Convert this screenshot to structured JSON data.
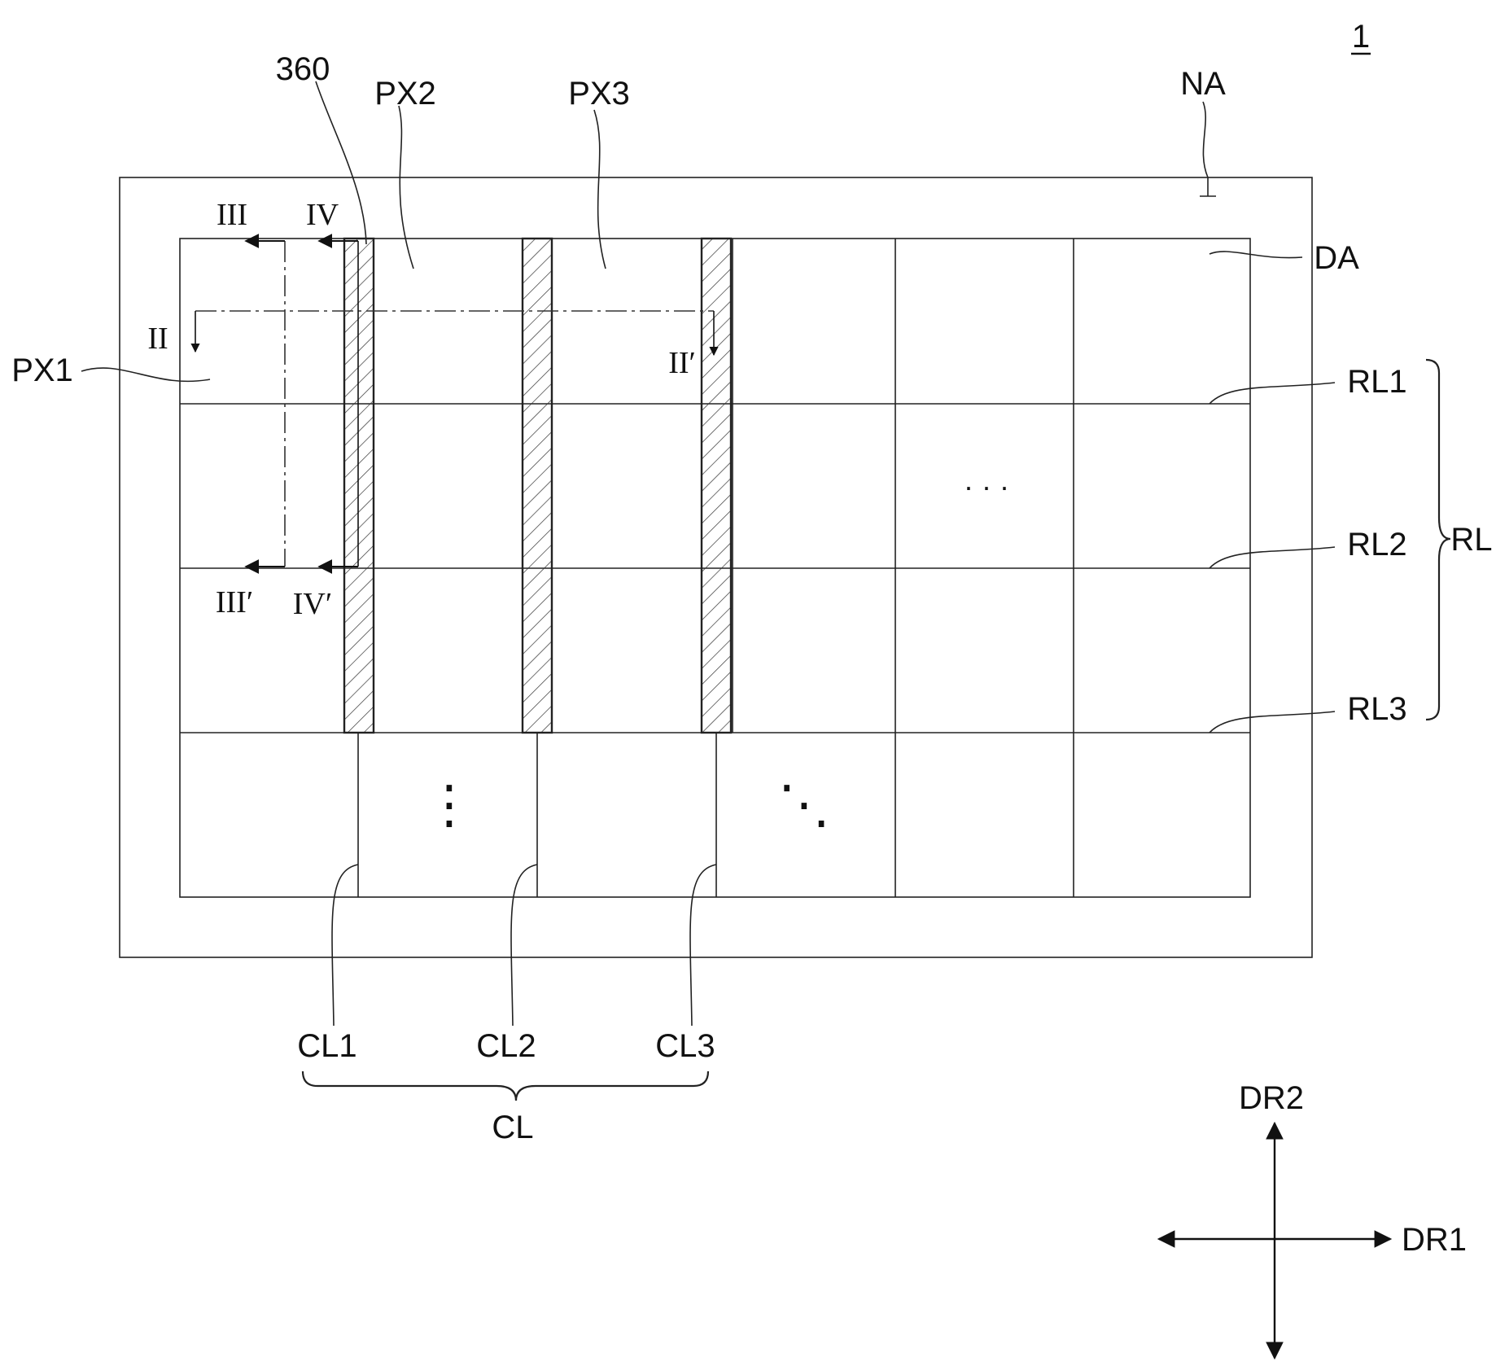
{
  "figure_number": "1",
  "regions": {
    "non_display_area": "NA",
    "display_area": "DA"
  },
  "pixels": {
    "px1": "PX1",
    "px2": "PX2",
    "px3": "PX3"
  },
  "pattern_label": "360",
  "row_lines": {
    "items": [
      "RL1",
      "RL2",
      "RL3"
    ],
    "group": "RL"
  },
  "column_lines": {
    "items": [
      "CL1",
      "CL2",
      "CL3"
    ],
    "group": "CL"
  },
  "section_marks": {
    "ii_start": "II",
    "ii_end": "II′",
    "iii_start": "III",
    "iii_end": "III′",
    "iv_start": "IV",
    "iv_end": "IV′"
  },
  "ellipsis": {
    "horizontal": "· · ·",
    "vertical": "⋮",
    "diagonal": "⋱"
  },
  "directions": {
    "dr1": "DR1",
    "dr2": "DR2"
  }
}
